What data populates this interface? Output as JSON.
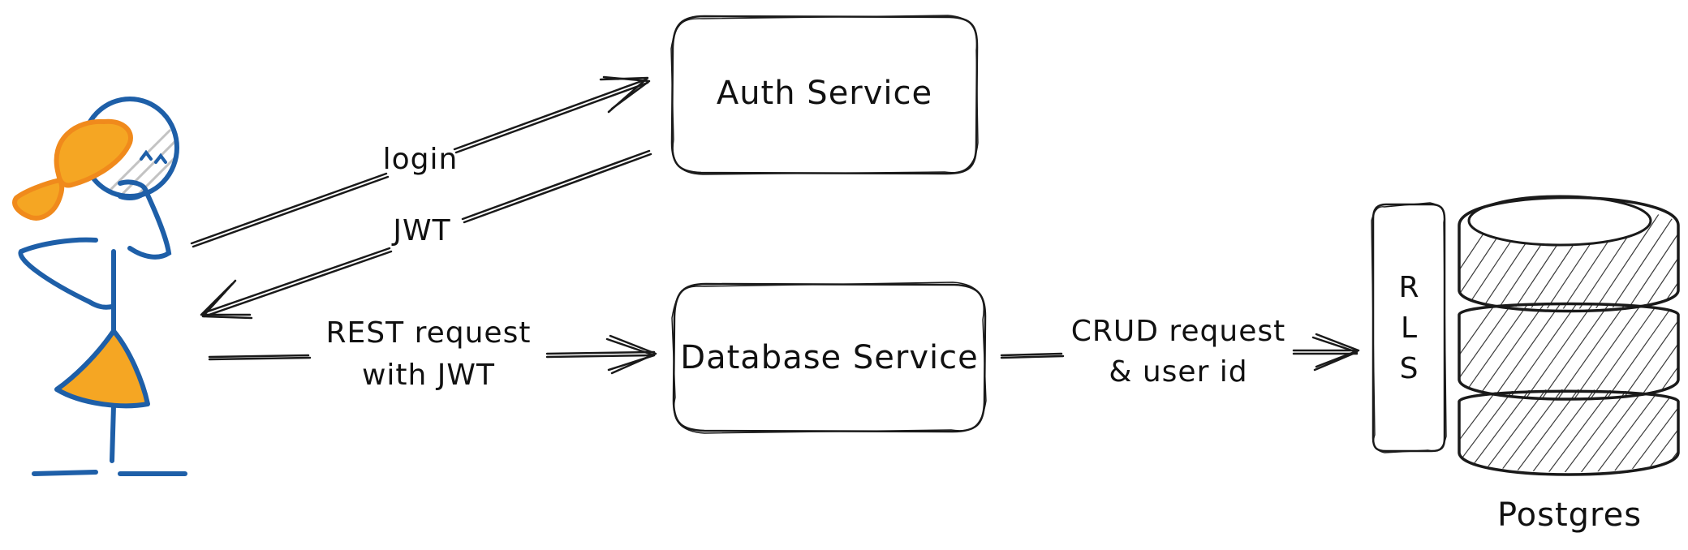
{
  "nodes": {
    "auth_service": {
      "label": "Auth Service"
    },
    "database_service": {
      "label": "Database Service"
    },
    "rls": {
      "letters": [
        "R",
        "L",
        "S"
      ]
    },
    "postgres": {
      "label": "Postgres"
    }
  },
  "edges": {
    "login": {
      "label": "login"
    },
    "jwt": {
      "label": "JWT"
    },
    "rest_request": {
      "line1": "REST request",
      "line2": "with JWT"
    },
    "crud_request": {
      "line1": "CRUD request",
      "line2": "& user id"
    }
  },
  "colors": {
    "stroke": "#1a1a1a",
    "figure_blue": "#1e5fa8",
    "figure_orange": "#f5a623",
    "hair_orange": "#f08a1c",
    "hair_fill": "#f5a623"
  }
}
